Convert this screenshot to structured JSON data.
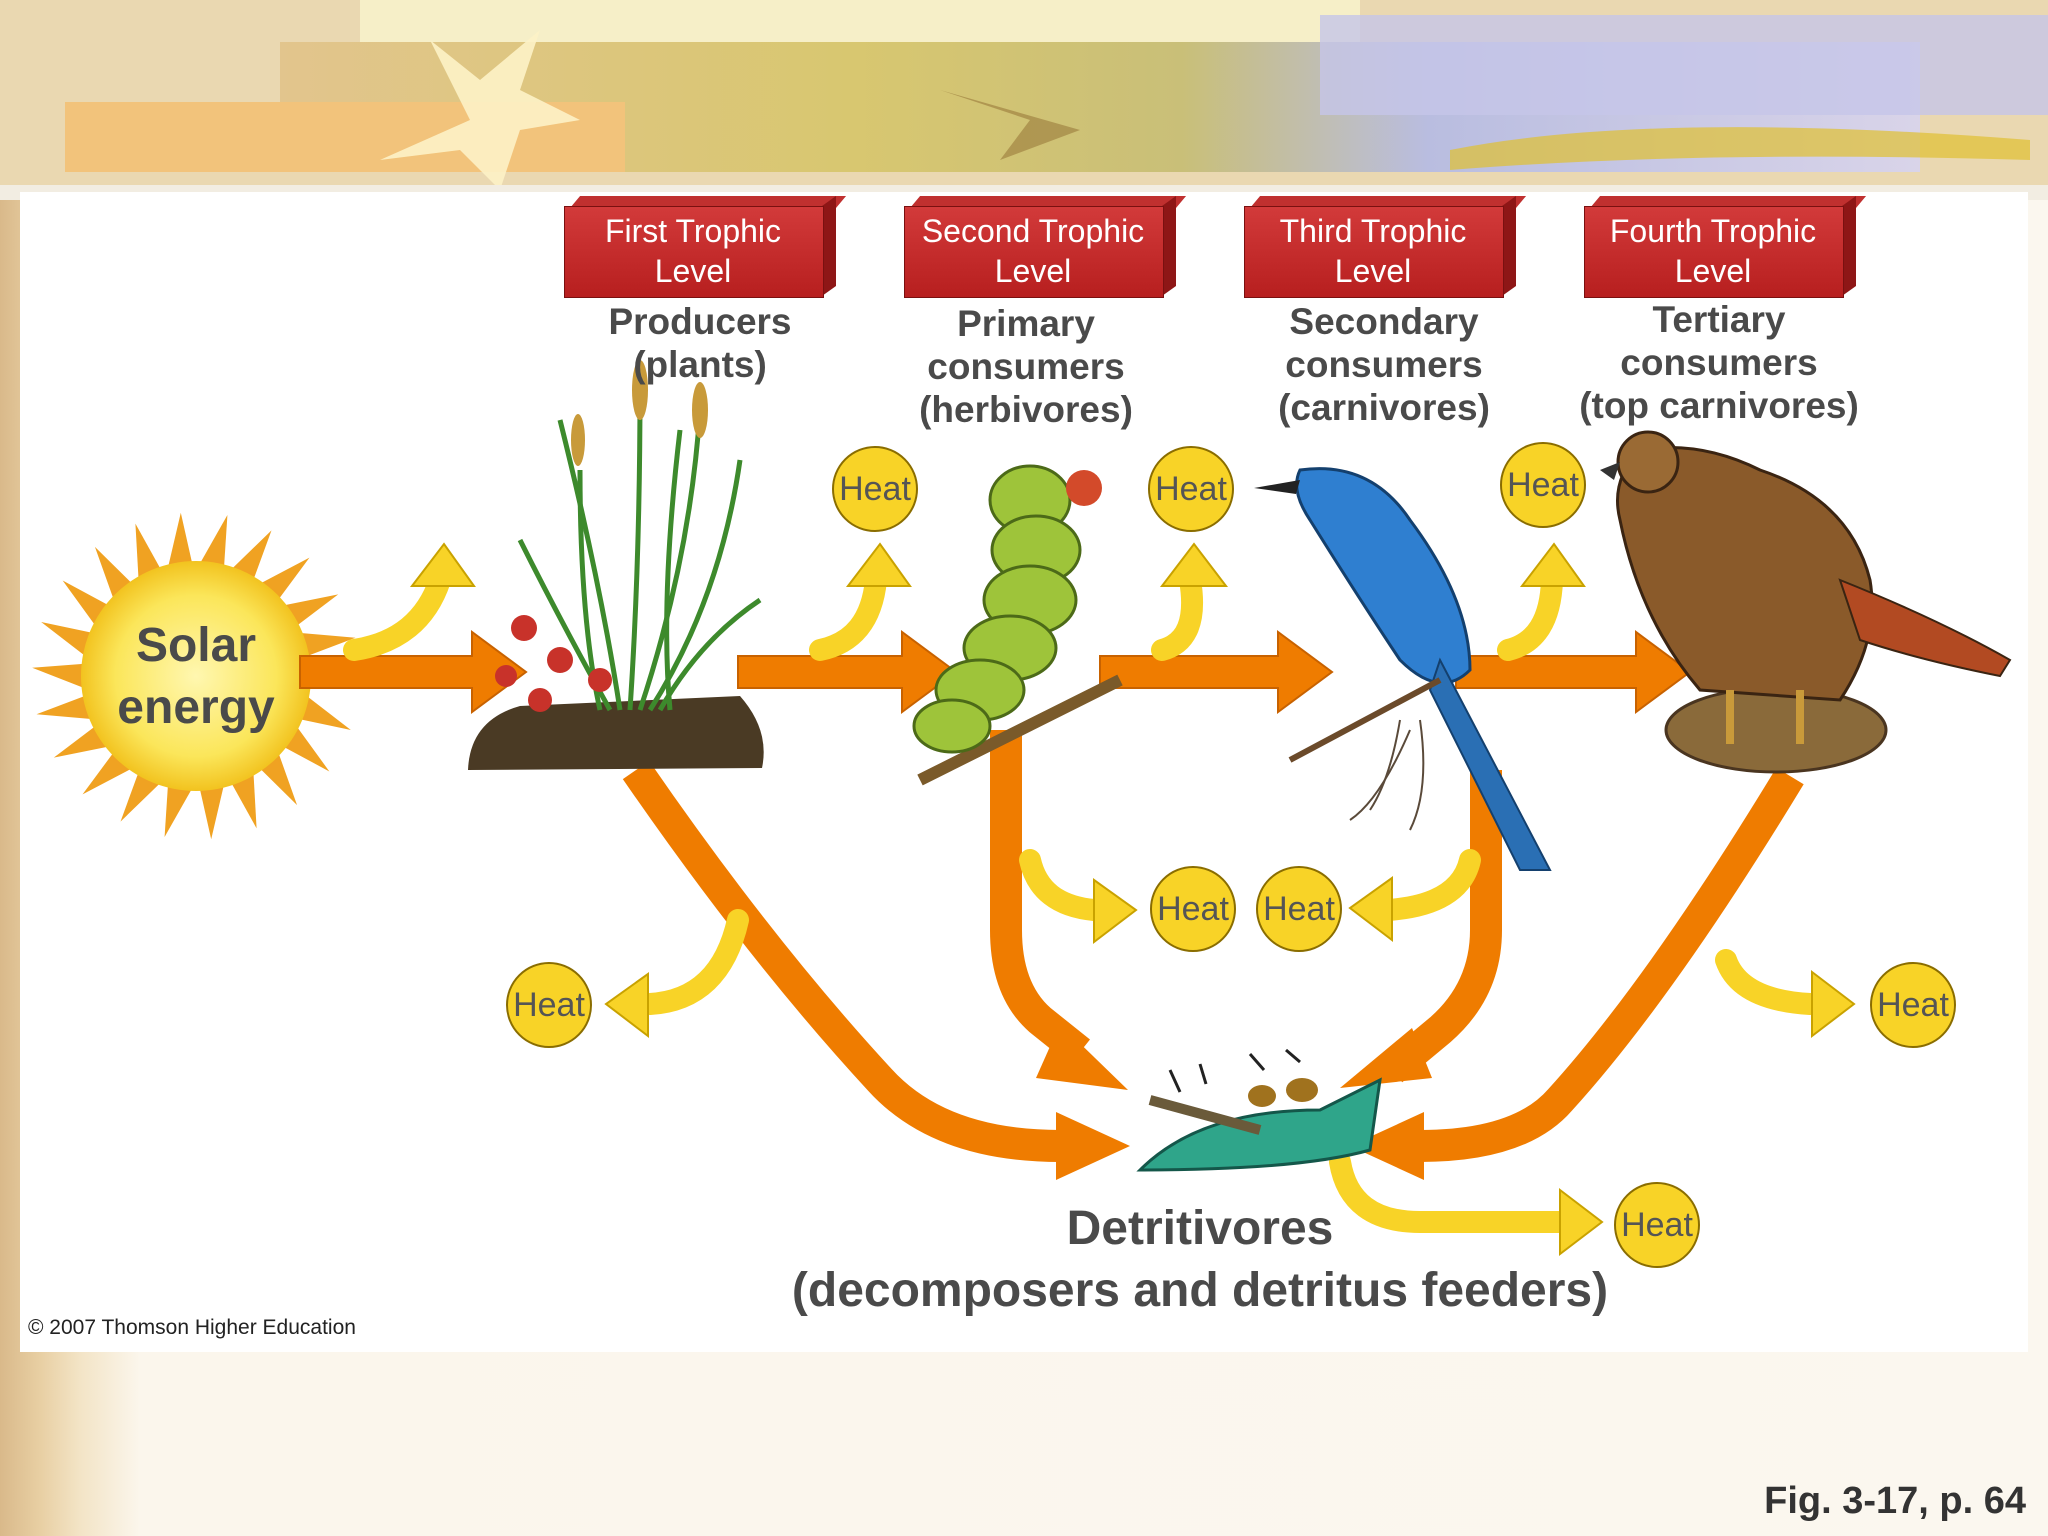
{
  "trophic_levels": [
    {
      "box_label": "First Trophic\nLevel",
      "group": "Producers\n(plants)"
    },
    {
      "box_label": "Second Trophic\nLevel",
      "group": "Primary\nconsumers\n(herbivores)"
    },
    {
      "box_label": "Third Trophic\nLevel",
      "group": "Secondary\nconsumers\n(carnivores)"
    },
    {
      "box_label": "Fourth Trophic\nLevel",
      "group": "Tertiary\nconsumers\n(top carnivores)"
    }
  ],
  "source": {
    "label": "Solar\nenergy"
  },
  "heat_label": "Heat",
  "detritivores": {
    "label": "Detritivores\n(decomposers and detritus feeders)"
  },
  "copyright": "© 2007 Thomson Higher Education",
  "figure_ref": "Fig. 3-17, p. 64",
  "colors": {
    "energy_flow": "#ef7c00",
    "heat_flow": "#f8d327",
    "level_box": "#c0302f"
  }
}
